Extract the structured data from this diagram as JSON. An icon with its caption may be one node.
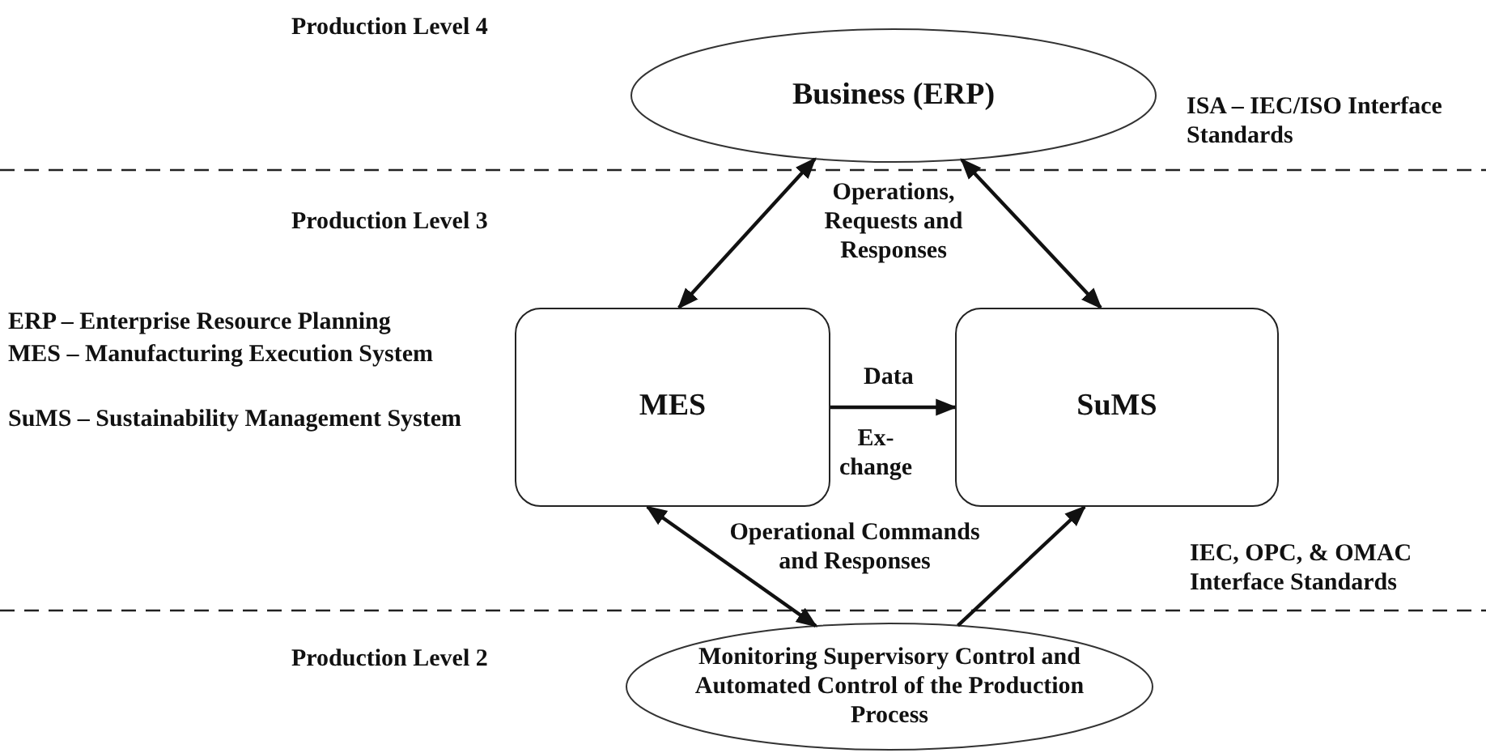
{
  "diagram": {
    "nodes": [
      {
        "text": [
          "Business (ERP)"
        ]
      },
      {
        "text": [
          "MES"
        ]
      },
      {
        "text": [
          "SuMS"
        ]
      },
      {
        "text": [
          "Monitoring Supervisory Control and Automated Control of the Production Process"
        ]
      }
    ],
    "edges": [
      {
        "from": 1,
        "to": 0,
        "arrow": "both"
      },
      {
        "from": 2,
        "to": 0,
        "arrow": "both"
      },
      {
        "from": 1,
        "to": 2,
        "arrow": "to",
        "label": "Data"
      },
      {
        "from": 1,
        "to": 3,
        "arrow": "both"
      },
      {
        "from": 3,
        "to": 2,
        "arrow": "to"
      }
    ],
    "labels": [
      "Production Level 4",
      "ISA – IEC/ISO Interface Standards",
      "Production Level 3",
      "Operations, Requests and Responses",
      "ERP – Enterprise Resource Planning",
      "MES – Manufacturing Execution System",
      "SuMS – Sustainability Management System",
      "Ex- change",
      "Operational Commands and Responses",
      "IEC, OPC, & OMAC Interface Standards",
      "Production Level 2"
    ]
  }
}
